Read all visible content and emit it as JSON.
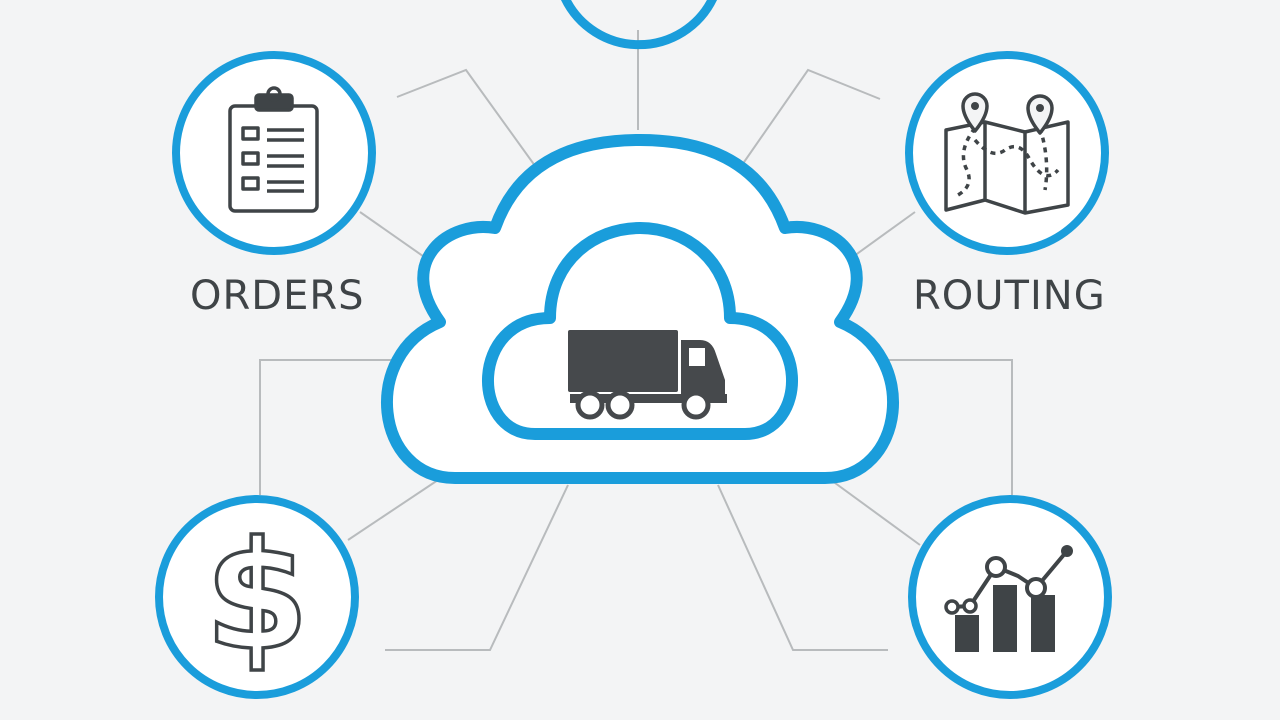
{
  "diagram": {
    "hub": {
      "icon": "delivery-truck-icon",
      "shape": "cloud"
    },
    "nodes": [
      {
        "id": "top",
        "icon": "partial-circle-icon",
        "label": ""
      },
      {
        "id": "orders",
        "icon": "clipboard-checklist-icon",
        "label": "ORDERS"
      },
      {
        "id": "routing",
        "icon": "route-map-icon",
        "label": "ROUTING"
      },
      {
        "id": "billing",
        "icon": "dollar-sign-icon",
        "label": ""
      },
      {
        "id": "analytics",
        "icon": "bar-chart-trend-icon",
        "label": ""
      }
    ]
  },
  "colors": {
    "background": "#f3f4f5",
    "accent": "#1a9ddb",
    "icon": "#3f4447",
    "connector": "#b8bbbd"
  }
}
